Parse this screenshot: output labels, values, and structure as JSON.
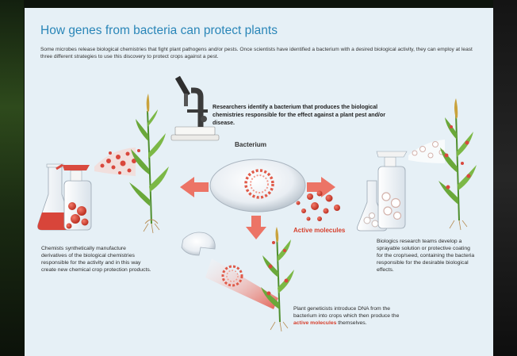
{
  "title": "How genes from bacteria can protect plants",
  "intro": "Some microbes release biological chemistries that fight plant pathogens and/or pests. Once scientists have identified a bacterium with a desired biological activity, they can employ at least three different strategies to use this discovery to protect crops against a pest.",
  "step_identify": "Researchers identify a bacterium that produces the biological chemistries responsible for the effect against a plant pest and/or disease.",
  "bacterium_label": "Bacterium",
  "active_molecules_label": "Active molecules",
  "chemists_text": "Chemists synthetically manufacture derivatives of the biological chemistries responsible for the activity and in this way create new chemical crop protection products.",
  "biologics_text": "Biologics research teams develop a sprayable solution or protective coating for the crop/seed, containing the bacteria responsible for the desirable biological effects.",
  "geneticists_text": "Plant geneticists introduce DNA from the bacterium into crops which then produce the",
  "geneticists_highlight": "active molecules",
  "geneticists_tail": "themselves.",
  "colors": {
    "title_blue": "#2a86b8",
    "molecule_red": "#d6402d",
    "arrow_salmon": "#ec7466",
    "panel_bg": "#e6f0f6"
  }
}
